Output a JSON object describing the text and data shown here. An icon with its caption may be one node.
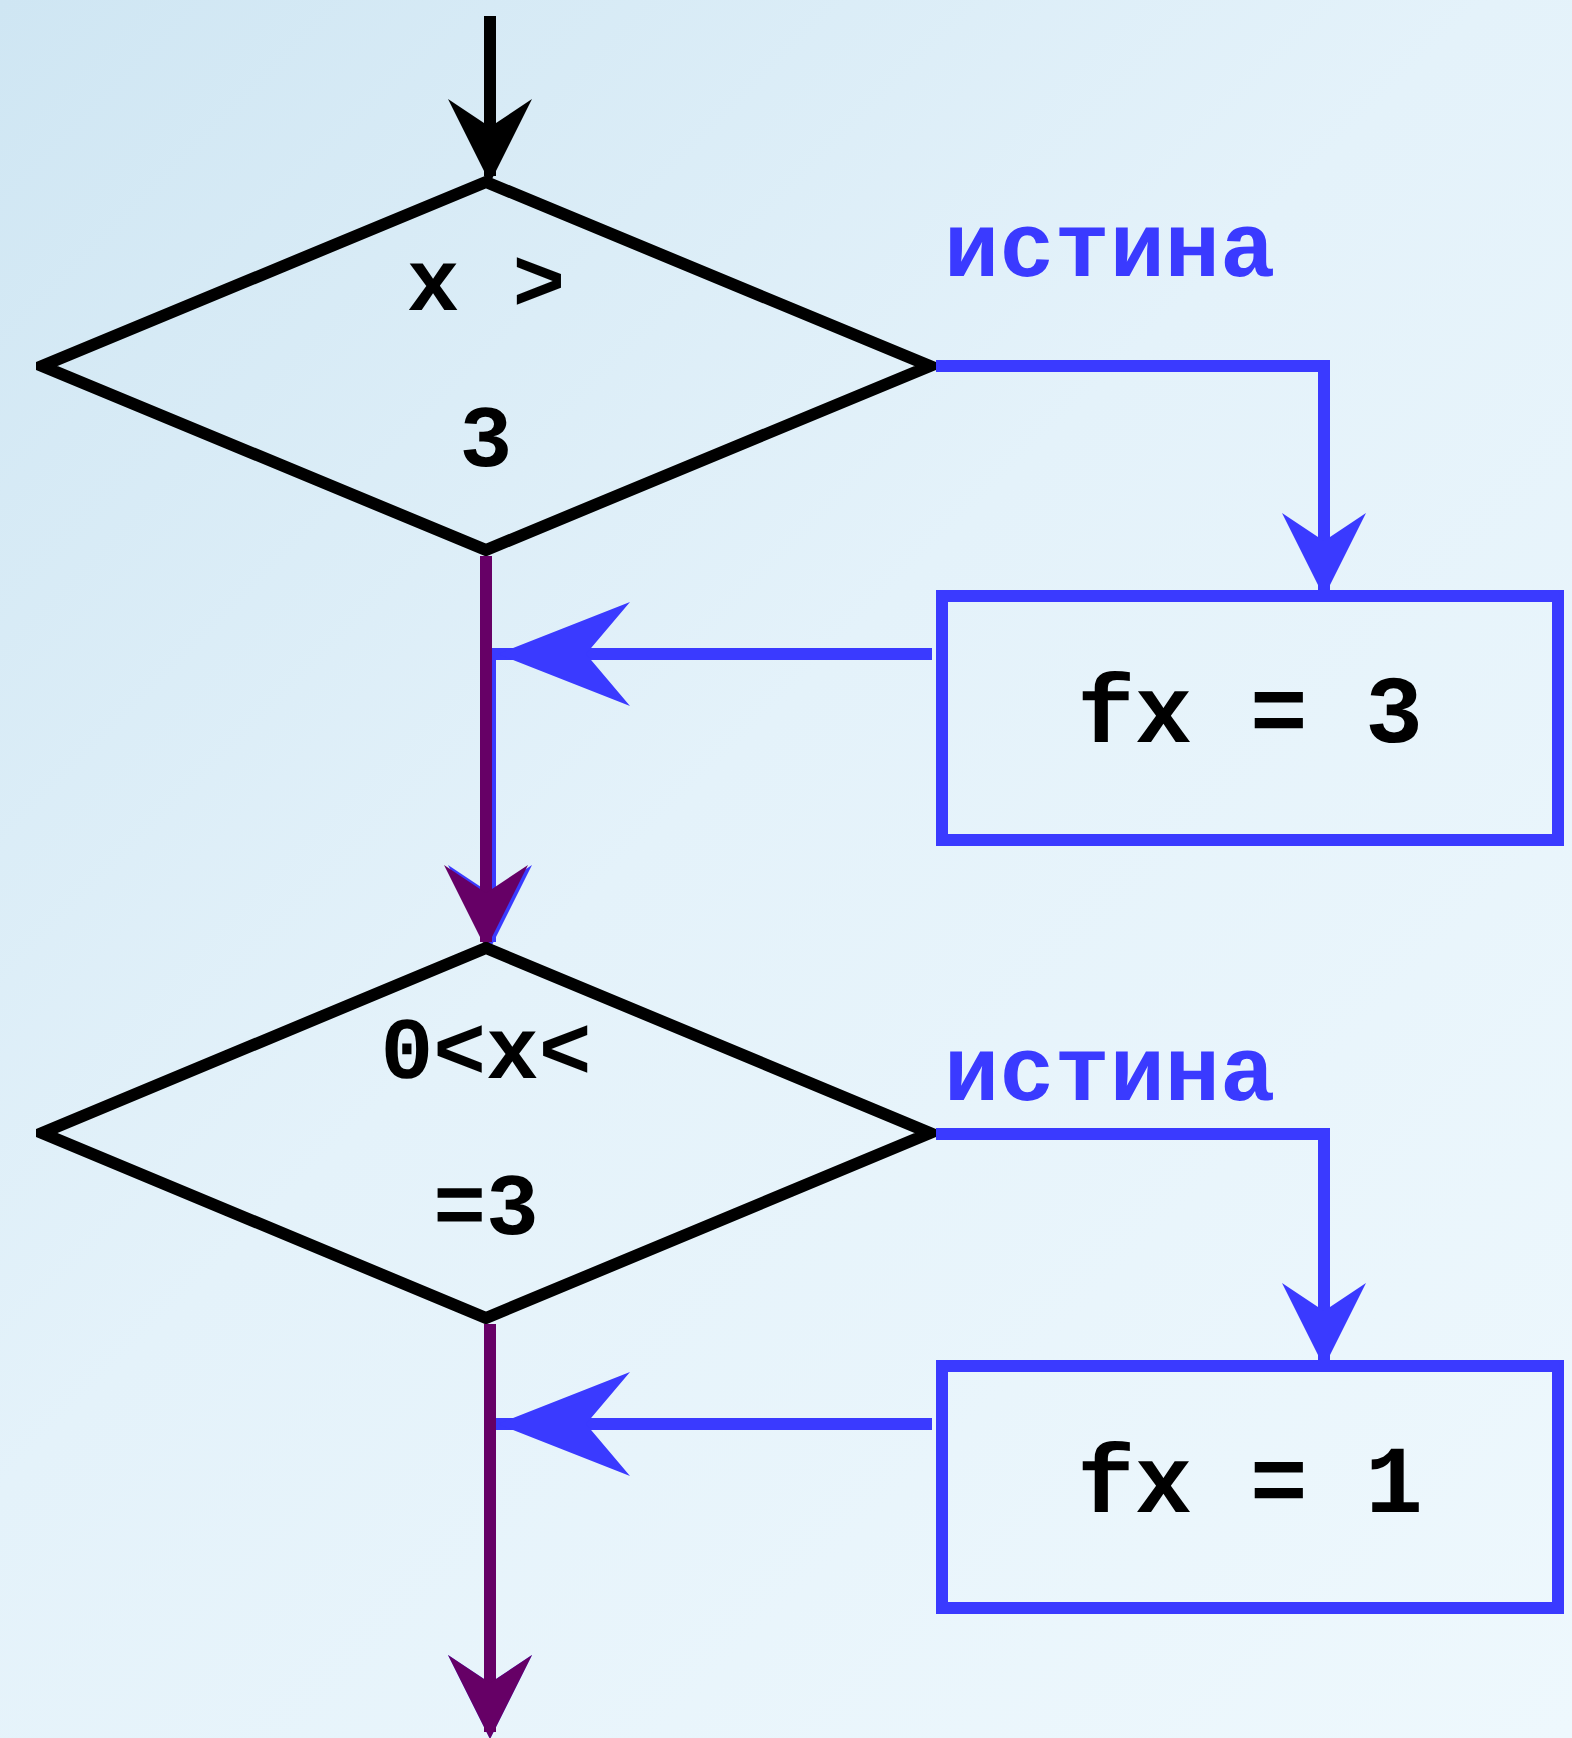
{
  "diagram": {
    "nodes": [
      {
        "text": [
          "x > 3"
        ]
      },
      {
        "text": [
          "fx = 3"
        ]
      },
      {
        "text": [
          "0<x< =3"
        ]
      },
      {
        "text": [
          "fx = 1"
        ]
      }
    ],
    "edges": [
      {
        "from": null,
        "to": 0,
        "arrow": "to",
        "color": "#000000"
      },
      {
        "from": 0,
        "to": 1,
        "arrow": "to",
        "label": "истина"
      },
      {
        "from": 1,
        "to": 2,
        "arrow": "to"
      },
      {
        "from": 0,
        "to": 2,
        "arrow": "to",
        "color": "#660066"
      },
      {
        "from": 2,
        "to": 3,
        "arrow": "to",
        "label": "истина"
      },
      {
        "from": 3,
        "to": null,
        "arrow": "to"
      },
      {
        "from": 2,
        "to": null,
        "arrow": "to",
        "color": "#660066"
      }
    ]
  }
}
